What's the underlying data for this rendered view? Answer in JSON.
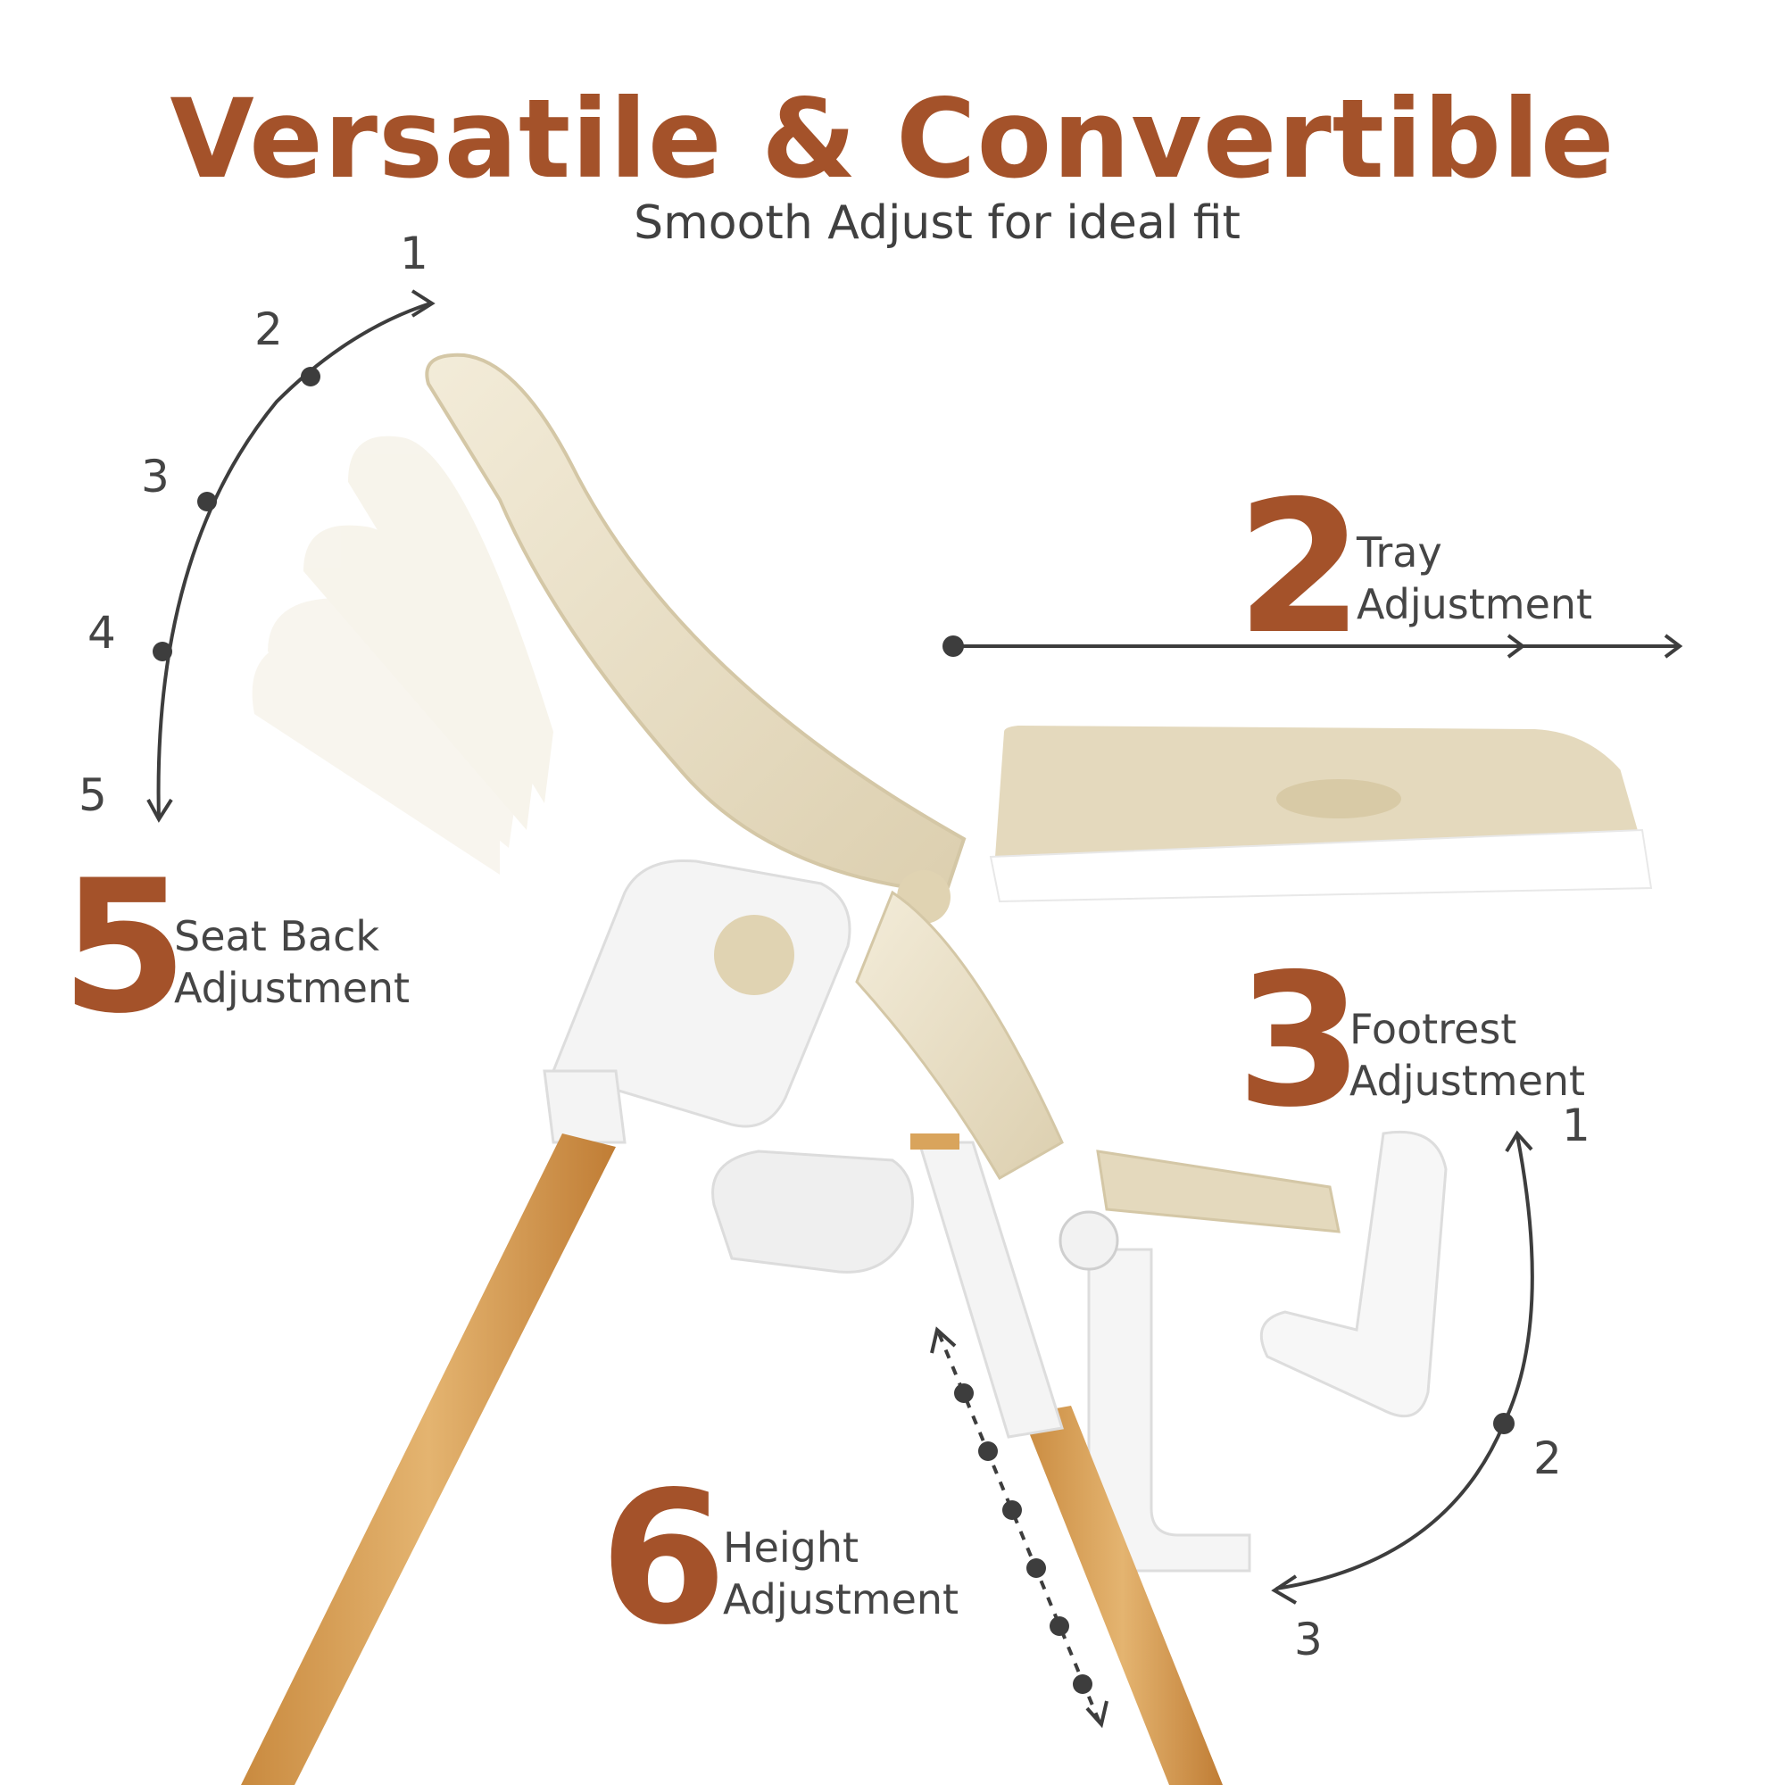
{
  "header": {
    "title": "Versatile & Convertible",
    "subtitle": "Smooth Adjust for ideal fit"
  },
  "features": [
    {
      "number": "2",
      "line1": "Tray",
      "line2": "Adjustment"
    },
    {
      "number": "3",
      "line1": "Footrest",
      "line2": "Adjustment"
    },
    {
      "number": "5",
      "line1": "Seat Back",
      "line2": "Adjustment"
    },
    {
      "number": "6",
      "line1": "Height",
      "line2": "Adjustment"
    }
  ],
  "seat_back_scale": [
    "1",
    "2",
    "3",
    "4",
    "5"
  ],
  "footrest_scale": [
    "1",
    "2",
    "3"
  ],
  "colors": {
    "accent": "#a4522a",
    "text": "#454545",
    "cream": "#e9dfc6",
    "wood": "#d9a45c"
  }
}
